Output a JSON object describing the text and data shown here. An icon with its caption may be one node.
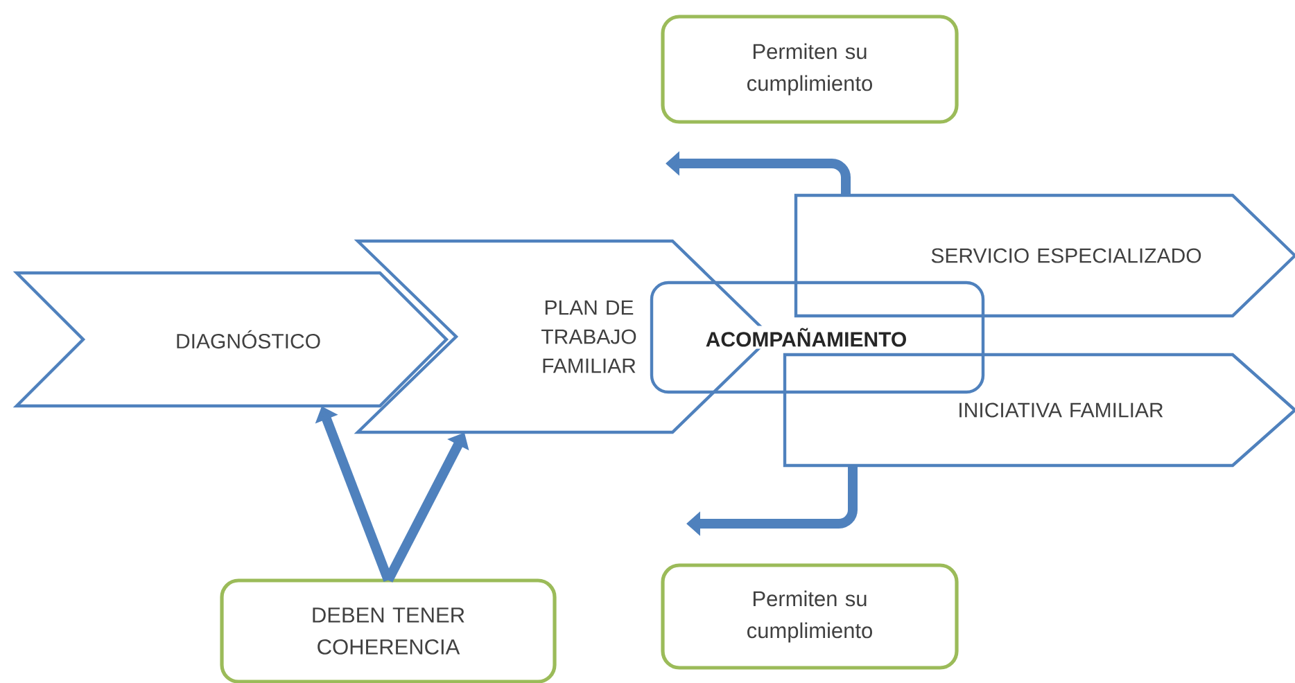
{
  "diagram": {
    "nodes": [
      {
        "text": [
          "DIAGNÓSTICO"
        ]
      },
      {
        "text": [
          "PLAN DE TRABAJO FAMILIAR"
        ]
      },
      {
        "text": [
          "ACOMPAÑAMIENTO"
        ]
      },
      {
        "text": [
          "SERVICIO ESPECIALIZADO"
        ]
      },
      {
        "text": [
          "INICIATIVA FAMILIAR"
        ]
      },
      {
        "text": [
          "Permiten su cumplimiento"
        ]
      },
      {
        "text": [
          "Permiten su cumplimiento"
        ]
      },
      {
        "text": [
          "DEBEN TENER COHERENCIA"
        ]
      }
    ],
    "edges": [
      {
        "from": 3,
        "to": null,
        "arrow": "to"
      },
      {
        "from": 4,
        "to": null,
        "arrow": "to"
      },
      {
        "from": 7,
        "to": 0,
        "arrow": "to"
      },
      {
        "from": 7,
        "to": 1,
        "arrow": "to"
      }
    ]
  }
}
